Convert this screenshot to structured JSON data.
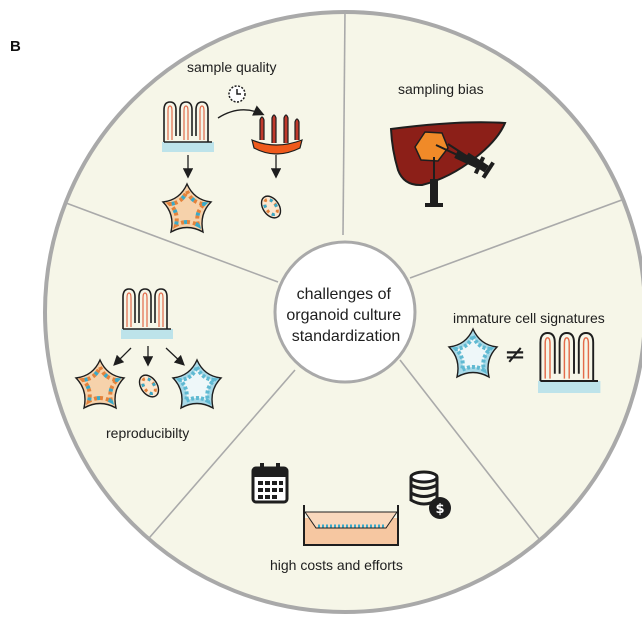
{
  "panel_letter": "B",
  "center_label": [
    "challenges of",
    "organoid culture",
    "standardization"
  ],
  "segments": {
    "sample_quality": "sample quality",
    "sampling_bias": "sampling bias",
    "immature": "immature cell signatures",
    "costs": "high costs and efforts",
    "reproducibility": "reproducibilty"
  },
  "not_equal_symbol": "≠",
  "colors": {
    "background_fill": "#f6f6e8",
    "ring_stroke": "#a9a9a9",
    "divider": "#aaaaaa",
    "tissue_blue": "#bde3ea",
    "organoid_peach": "#f6d2ab",
    "organoid_blue": "#a9d9e7",
    "liver": "#8c1f18",
    "tumor": "#f08a28",
    "degraded_orange": "#ef5a1c",
    "well_fill": "#f6c7a1"
  },
  "icons": [
    "clock-icon",
    "calendar-icon",
    "coins-icon",
    "syringe-icon",
    "liver-icon",
    "organoid-icon",
    "crypt-tissue-icon"
  ]
}
